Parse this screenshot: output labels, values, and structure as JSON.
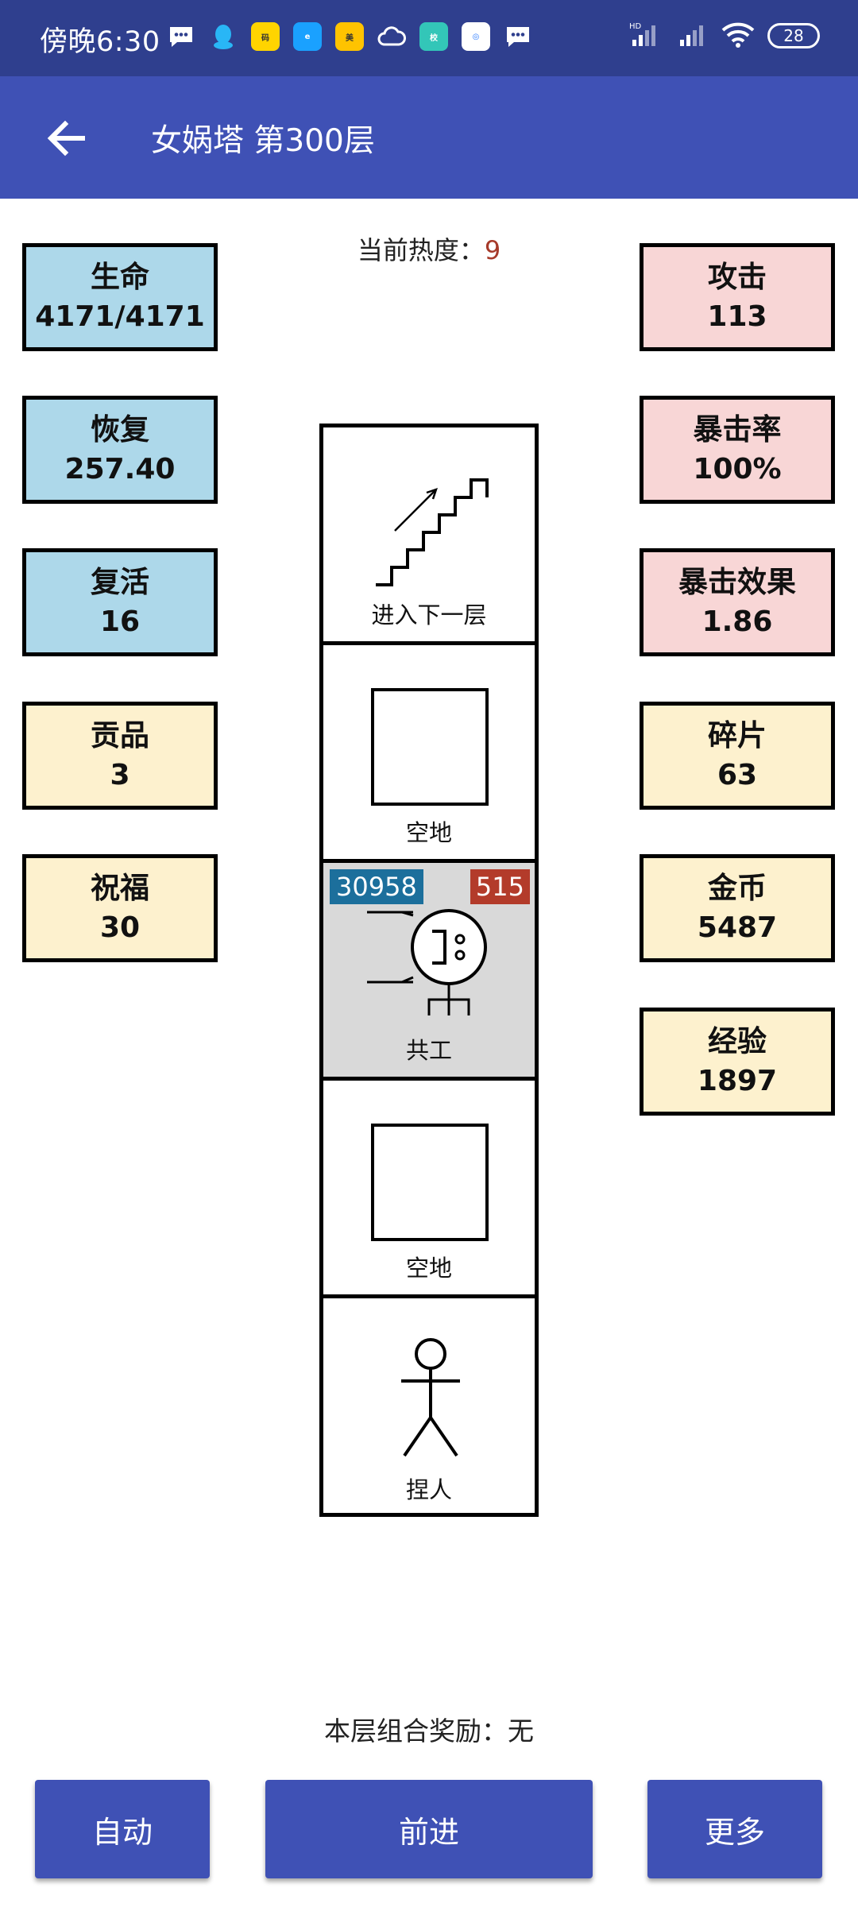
{
  "status_bar": {
    "time": "傍晚6:30",
    "battery": "28",
    "icons": [
      "message-icon",
      "qq-icon",
      "app-icon",
      "eleme-icon",
      "meituan-icon",
      "cloud-icon",
      "app-icon",
      "baidu-icon",
      "message-icon"
    ]
  },
  "app_bar": {
    "back_icon": "arrow-left-icon",
    "title": "女娲塔 第300层"
  },
  "heat": {
    "label": "当前热度：",
    "value": "9"
  },
  "stats_left": [
    {
      "label": "生命",
      "value": "4171/4171",
      "color": "#add8ea"
    },
    {
      "label": "恢复",
      "value": "257.40",
      "color": "#add8ea"
    },
    {
      "label": "复活",
      "value": "16",
      "color": "#add8ea"
    },
    {
      "label": "贡品",
      "value": "3",
      "color": "#fdf1ce"
    },
    {
      "label": "祝福",
      "value": "30",
      "color": "#fdf1ce"
    }
  ],
  "stats_right": [
    {
      "label": "攻击",
      "value": "113",
      "color": "#f8d6d6"
    },
    {
      "label": "暴击率",
      "value": "100%",
      "color": "#f8d6d6"
    },
    {
      "label": "暴击效果",
      "value": "1.86",
      "color": "#f8d6d6"
    },
    {
      "label": "碎片",
      "value": "63",
      "color": "#fdf1ce"
    },
    {
      "label": "金币",
      "value": "5487",
      "color": "#fdf1ce"
    },
    {
      "label": "经验",
      "value": "1897",
      "color": "#fdf1ce"
    }
  ],
  "tower": {
    "cells": [
      {
        "label": "进入下一层",
        "icon": "stairs-icon"
      },
      {
        "label": "空地",
        "icon": "empty-square-icon"
      },
      {
        "label": "共工",
        "icon": "enemy-gonggong-icon",
        "enemy_hp": "30958",
        "enemy_atk": "515"
      },
      {
        "label": "空地",
        "icon": "empty-square-icon"
      },
      {
        "label": "捏人",
        "icon": "stick-figure-icon"
      }
    ]
  },
  "reward": {
    "label": "本层组合奖励：",
    "value": "无"
  },
  "buttons": {
    "auto": "自动",
    "forward": "前进",
    "more": "更多"
  },
  "colors": {
    "status_bar": "#2f3f8e",
    "app_bar": "#3f51b5",
    "button": "#3f51b5",
    "hp_badge": "#1c6f9c",
    "atk_badge": "#b33b2a",
    "heat_value": "#a63a2a"
  }
}
